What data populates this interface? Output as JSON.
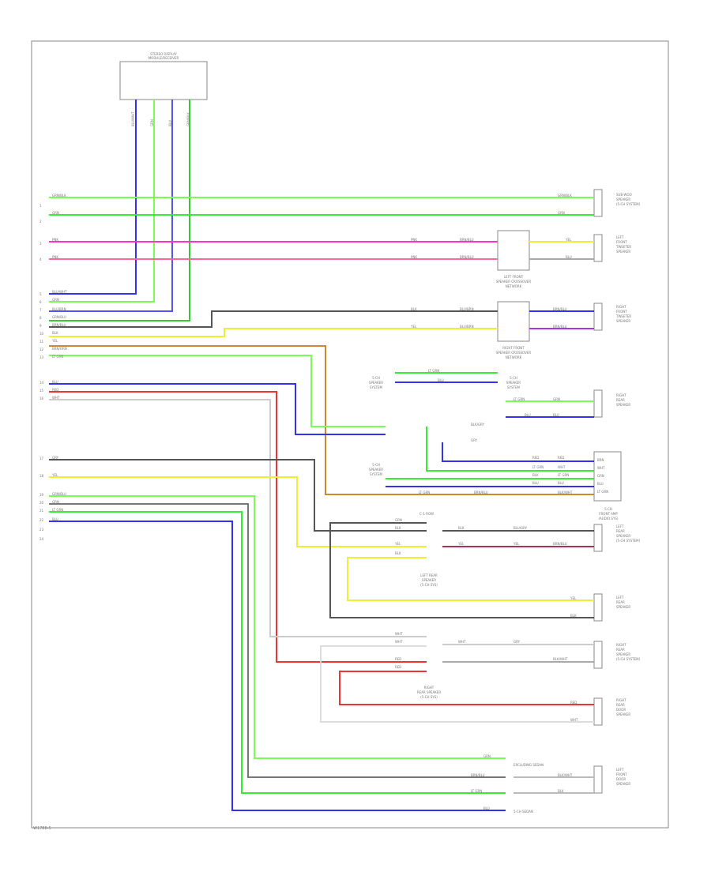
{
  "figure_code": "W1788-5",
  "module_title": [
    "STEREO DISPLAY",
    "MODULE/RECEIVER"
  ],
  "module_pins": [
    "BLU/WHT",
    "GRN",
    "BLU",
    "GRN/BLK"
  ],
  "pin_labels": [
    "1",
    "2",
    "3",
    "4",
    "5",
    "6",
    "7",
    "8",
    "9",
    "10",
    "11",
    "12",
    "13",
    "14",
    "15",
    "16",
    "17",
    "18",
    "19",
    "20",
    "21",
    "22",
    "23",
    "24"
  ],
  "wire_labels": {
    "l1": "GRN/BLK",
    "l2": "GRN",
    "l3": "PNK",
    "l4": "PNK",
    "l5": "BLU/WHT",
    "l6": "GRN",
    "l7": "BLU/BRN",
    "l8": "GRN/BLU",
    "l9": "BRN/BLU",
    "l10": "BLK",
    "l11": "YEL",
    "l12": "BRN/ORN",
    "l13": "LT GRN",
    "l14": "BLU",
    "l15": "RED",
    "l16": "WHT",
    "l17": "GRY",
    "l18": "YEL",
    "l19": "GRN/BLU",
    "l20": "GRN",
    "l21": "LT GRN",
    "l22": "BLU",
    "r1": "GRN/BLK",
    "r2": "GRN",
    "r3": "PNK",
    "r4": "PNK",
    "r5": "BRN/BLU",
    "r6": "BRN/BLU",
    "r7": "YEL",
    "r8": "BLU",
    "r9": "BLK",
    "r10": "YEL",
    "r11": "BLU/BRN",
    "r12": "BLU/BRN",
    "r13": "BRN/BLU",
    "r14": "BRN/BLU",
    "r15": "LT GRN",
    "r16": "BLU",
    "r17": "LT GRN",
    "r18": "BLU",
    "r19": "GRN",
    "r20": "BLU",
    "r21": "BLK/GRY",
    "r22": "GRY",
    "r23": "RED",
    "r24": "LT GRN",
    "r25": "BLK",
    "r26": "BLU",
    "r27": "RED",
    "r28": "WHT",
    "r29": "LT GRN",
    "r30": "BLU",
    "r31": "BLK/WHT",
    "r32": "LT GRN",
    "r33": "BRN/BLU",
    "r34": "GRN",
    "r35": "BLK",
    "r36": "YEL",
    "r37": "BLK",
    "r38": "BLK",
    "r39": "BLU/GRY",
    "r40": "YEL",
    "r41": "YEL",
    "r42": "BRN/BLU",
    "r43": "BLK",
    "r44": "YEL",
    "r45": "WHT",
    "r46": "WHT",
    "r47": "WHT",
    "r48": "RED",
    "r49": "RED",
    "r50": "GRY",
    "r51": "BLK/WHT",
    "r52": "RED",
    "r53": "WHT",
    "r54": "GRN",
    "r55": "BRN/BLU",
    "r56": "LT GRN",
    "r57": "BLU",
    "r58": "BLK/WHT",
    "r59": "BLK"
  },
  "components": {
    "sw_speaker": [
      "SUB-WOO",
      "SPEAKER",
      "(5-CH SYSTEM)"
    ],
    "lf_tweeter": [
      "LEFT",
      "FRONT",
      "TWEETER",
      "SPEAKER"
    ],
    "lf_crossover": [
      "LEFT FRONT",
      "SPEAKER CROSSOVER",
      "NETWORK"
    ],
    "rf_tweeter": [
      "RIGHT",
      "FRONT",
      "TWEETER",
      "SPEAKER"
    ],
    "rf_crossover": [
      "RIGHT FRONT",
      "SPEAKER CROSSOVER",
      "NETWORK"
    ],
    "c5_system_a": [
      "5-CH",
      "SPEAKER",
      "SYSTEM"
    ],
    "c5_system_b": [
      "5-CH",
      "SPEAKER",
      "SYSTEM"
    ],
    "c5_system_c": [
      "5-CH",
      "SPEAKER",
      "SYSTEM"
    ],
    "rr_speaker": [
      "RIGHT",
      "REAR",
      "SPEAKER"
    ],
    "front_amp": [
      "5-CH",
      "FRONT AMP",
      "(AUDIO SYS)"
    ],
    "amp_pins": [
      "BRN",
      "WHT",
      "GRN",
      "BLU",
      "LT GRN"
    ],
    "lr_door": [
      "LEFT",
      "REAR",
      "SPEAKER",
      "(5-CH SYSTEM)"
    ],
    "left_rear_system": [
      "LEFT REAR",
      "SPEAKER",
      "(5-CH SYS)"
    ],
    "lr_speaker": [
      "LEFT",
      "REAR",
      "SPEAKER"
    ],
    "rr_door": [
      "RIGHT",
      "REAR",
      "SPEAKER",
      "(5-CH SYSTEM)"
    ],
    "right_rear_system": [
      "RIGHT",
      "REAR SPEAKER",
      "(5-CH SYS)"
    ],
    "rr_lower": [
      "RIGHT",
      "REAR",
      "DOOR",
      "SPEAKER"
    ],
    "excl_sedan": "EXCLUDING SEDAN",
    "lf_door": [
      "LEFT",
      "FRONT",
      "DOOR",
      "SPEAKER"
    ],
    "except_sedan": "5-CH SEDAN",
    "connector_tag": "C-1 ROW"
  },
  "colors": {
    "green": "#33ee33",
    "lightgreen": "#77ff55",
    "blue": "#3333ee",
    "pink": "#ff33cc",
    "rose": "#ff6699",
    "purple": "#aa33ee",
    "darkgray": "#555555",
    "yellow": "#eeee33",
    "orange": "#cc8833",
    "red": "#ee3333",
    "white": "#dddddd",
    "gray": "#888888",
    "brown": "#996633"
  }
}
